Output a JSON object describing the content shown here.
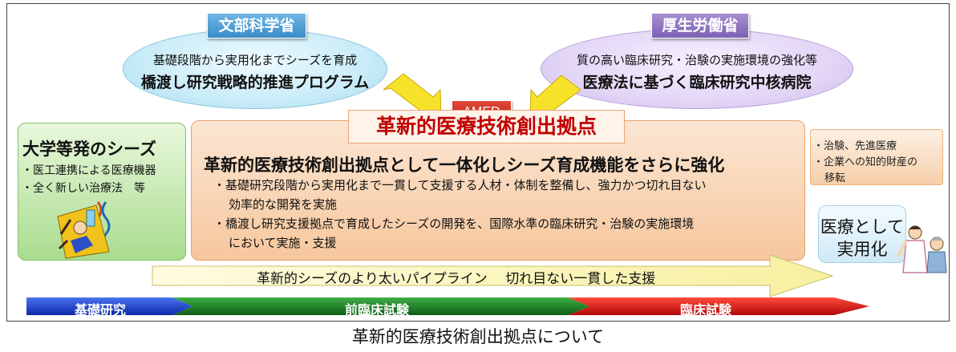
{
  "mext": {
    "tag": "文部科学省",
    "line1": "基礎段階から実用化までシーズを育成",
    "line2": "橋渡し研究戦略的推進プログラム"
  },
  "mhlw": {
    "tag": "厚生労働省",
    "line1": "質の高い臨床研究・治験の実施環境の強化等",
    "line2": "医療法に基づく臨床研究中核病院"
  },
  "amed": "AMED",
  "main": {
    "title": "革新的医療技術創出拠点",
    "subtitle": "革新的医療技術創出拠点として一体化しシーズ育成機能をさらに強化",
    "bullets": [
      "・基礎研究段階から実用化まで一貫して支援する人材・体制を整備し、強力かつ切れ目ない",
      "効率的な開発を実施",
      "・橋渡し研究支援拠点で育成したシーズの開発を、国際水準の臨床研究・治験の実施環境",
      "において実施・支援"
    ]
  },
  "seeds": {
    "title": "大学等発のシーズ",
    "items": [
      "・医工連携による医療機器",
      "・全く新しい治療法　等"
    ]
  },
  "outcomes": {
    "lines": [
      "・治験、先進医療",
      "・企業への知的財産の",
      "移転"
    ]
  },
  "practical": {
    "lines": [
      "医療として",
      "実用化"
    ]
  },
  "pipeline": "革新的シーズのより太いパイプライン　 切れ目ない一貫した支援",
  "phases": [
    {
      "label": "基礎研究",
      "color": "#1d3fd6"
    },
    {
      "label": "前臨床試験",
      "color": "#1f8a2a"
    },
    {
      "label": "臨床試験",
      "color": "#e01515"
    }
  ],
  "caption": "革新的医療技術創出拠点について",
  "colors": {
    "title_red": "#c00000",
    "arrow_yellow": "#f7e22a"
  }
}
